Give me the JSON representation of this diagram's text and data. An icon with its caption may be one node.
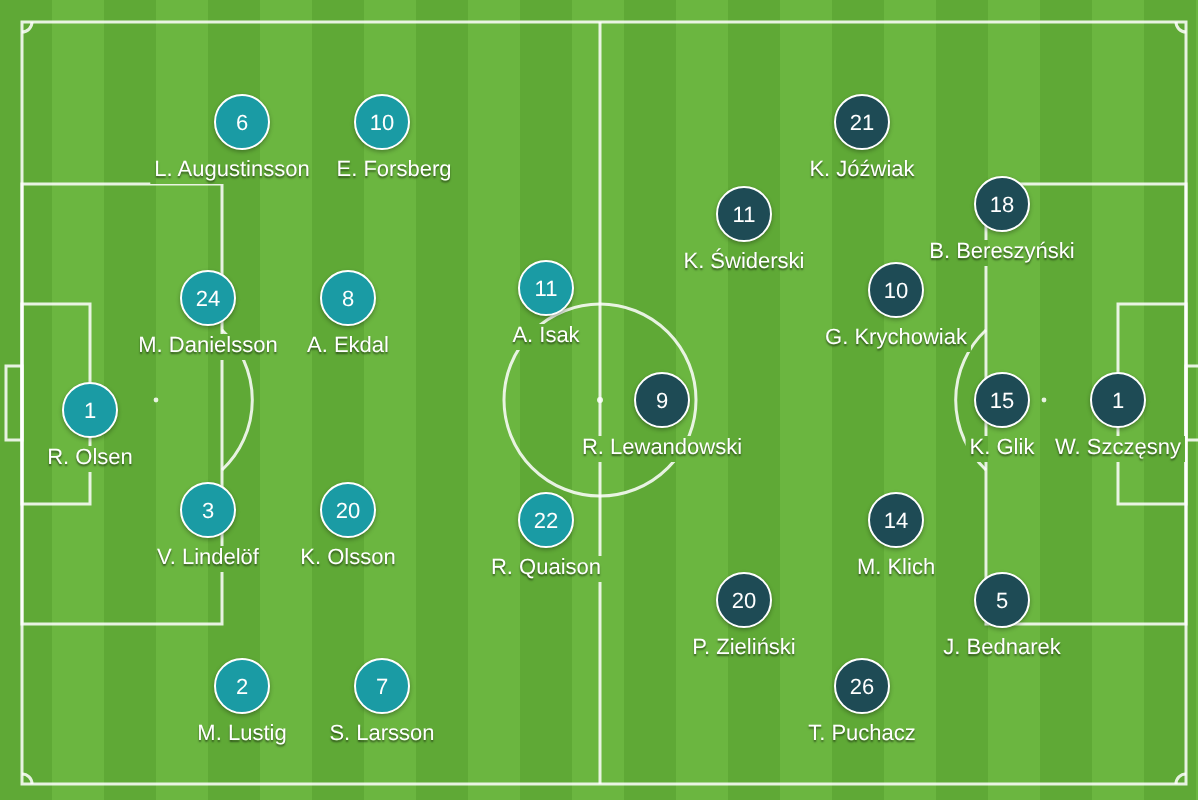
{
  "diagram": {
    "nodes": [
      {
        "text": [
          "6"
        ],
        "beside": [
          "L. Augustinsson"
        ]
      },
      {
        "text": [
          "10"
        ],
        "beside": [
          "E. Forsberg"
        ]
      },
      {
        "text": [
          "24"
        ],
        "beside": [
          "M. Danielsson"
        ]
      },
      {
        "text": [
          "8"
        ],
        "beside": [
          "A. Ekdal"
        ]
      },
      {
        "text": [
          "11"
        ],
        "beside": [
          "A. Isak"
        ]
      },
      {
        "text": [
          "1"
        ],
        "beside": [
          "R. Olsen"
        ]
      },
      {
        "text": [
          "3"
        ],
        "beside": [
          "V. Lindelöf"
        ]
      },
      {
        "text": [
          "20"
        ],
        "beside": [
          "K. Olsson"
        ]
      },
      {
        "text": [
          "22"
        ],
        "beside": [
          "R. Quaison"
        ]
      },
      {
        "text": [
          "2"
        ],
        "beside": [
          "M. Lustig"
        ]
      },
      {
        "text": [
          "7"
        ],
        "beside": [
          "S. Larsson"
        ]
      },
      {
        "text": [
          "21"
        ],
        "beside": [
          "K. Jóźwiak"
        ]
      },
      {
        "text": [
          "11"
        ],
        "beside": [
          "K. Świderski"
        ]
      },
      {
        "text": [
          "18"
        ],
        "beside": [
          "B. Bereszyński"
        ]
      },
      {
        "text": [
          "10"
        ],
        "beside": [
          "G. Krychowiak"
        ]
      },
      {
        "text": [
          "9"
        ],
        "beside": [
          "R. Lewandowski"
        ]
      },
      {
        "text": [
          "15"
        ],
        "beside": [
          "K. Glik"
        ]
      },
      {
        "text": [
          "1"
        ],
        "beside": [
          "W. Szczęsny"
        ]
      },
      {
        "text": [
          "14"
        ],
        "beside": [
          "M. Klich"
        ]
      },
      {
        "text": [
          "20"
        ],
        "beside": [
          "P. Zieliński"
        ]
      },
      {
        "text": [
          "5"
        ],
        "beside": [
          "J. Bednarek"
        ]
      },
      {
        "text": [
          "26"
        ],
        "beside": [
          "T. Puchacz"
        ]
      }
    ]
  }
}
